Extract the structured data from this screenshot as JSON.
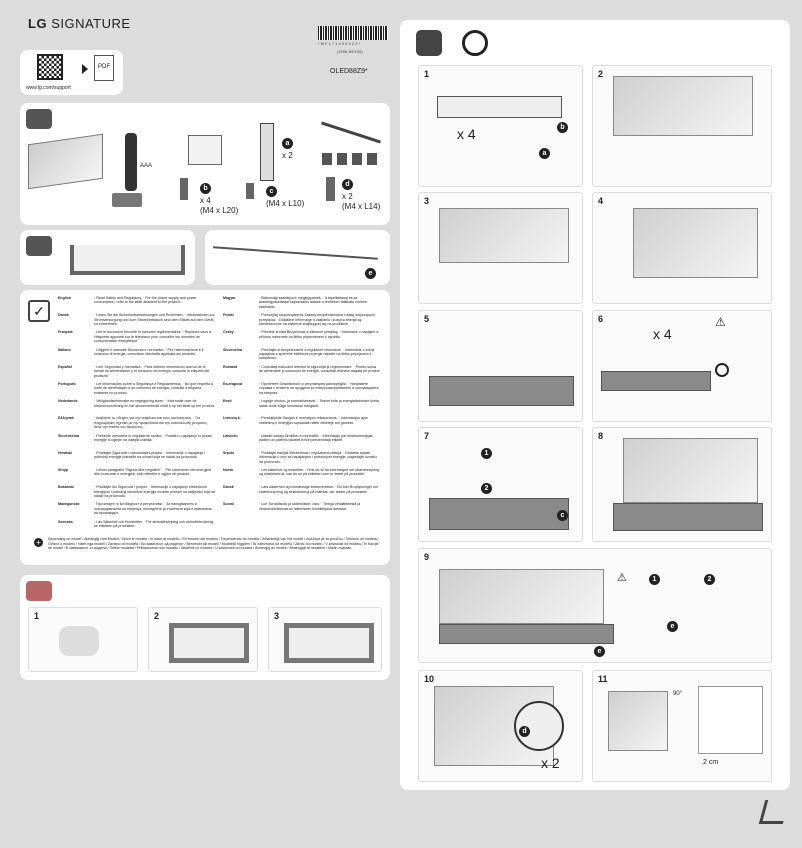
{
  "header": {
    "brand_bold": "LG",
    "brand": "SIGNATURE",
    "barcode_text": "* M F L 7 1 4 0 6 3 2 2 *",
    "barcode_sub": "(1906-REV00)",
    "model": "OLED88Z9*",
    "support_url": "www.lg.com/support",
    "pdf_label": "PDF"
  },
  "parts": {
    "a_label": "a",
    "a_qty": "x 2",
    "b_label": "b",
    "b_qty": "x 4",
    "b_size": "(M4 x L20)",
    "c_label": "c",
    "c_size": "(M4 x L10)",
    "d_label": "d",
    "d_qty": "x 2",
    "d_size": "(M4 x L14)",
    "battery": "AAA",
    "e_label": "e"
  },
  "languages_left": [
    {
      "name": "English",
      "text": "· Read Safety and Regulatory. · For the power supply and power consumption, refer to the label attached to the product."
    },
    {
      "name": "Dansk",
      "text": "· Lesen Sie die Sicherheitsanweisungen und Richtlinien. · Informationen zur Stromversorgung und zum Stromverbrauch sind dem Etikett auf dem Gerät zu entnehmen."
    },
    {
      "name": "Français",
      "text": "· Lire le document Sécurité et mesures réglementaires. · Reportez-vous à l'étiquette apposée sur le téléviseur pour connaître les données de consommation énergétique."
    },
    {
      "name": "Italiano",
      "text": "· Leggere il manuale Sicurezza e normative. · Per l'alimentazione e il consumo di energia, consultare l'etichetta applicata sul prodotto."
    },
    {
      "name": "Español",
      "text": "· Leer Seguridad y normativa. · Para obtener información acerca de la fuente de alimentación y el consumo de energía, consulte la etiqueta del producto."
    },
    {
      "name": "Português",
      "text": "· Ler informações sobre a Segurança e Regulamentos. · No que respeita à fonte de alimentação e ao consumo de energia, consulte a etiqueta existente no produto."
    },
    {
      "name": "Nederlands",
      "text": "· Veiligheidsinformatie en regelgeving lezen. · Informatie over de stroomvoorziening en het stroomverbruik vindt u op het label op het product."
    },
    {
      "name": "Ελληνικά",
      "text": "· Διαβάστε τις οδηγίες για την ασφάλεια και τους κανονισμούς. · Για πληροφορίες σχετικά με την τροφοδοσία και την κατανάλωση ρεύματος, δείτε την ετικέτα του προϊόντος."
    },
    {
      "name": "Slovenščina",
      "text": "· Preberite varnostne in regulativne razlike. · Podatki o napajanju in porabi energije si oglejte na nalepki izdelka."
    },
    {
      "name": "Hrvatski",
      "text": "· Pročitajte Sigurnost i zakonodavni propisi. · Informacije o napajanju i potrošnji energije potražite na oznaci koja se nalazi na proizvodu."
    },
    {
      "name": "Shqip",
      "text": "· Lexoni paragrafin \"Siguria dhe rregullimi\". · Për udhëzimet mbi energjinë dhe konsumin e energjisë, shih etiketën e ngjitur në produkt."
    },
    {
      "name": "Bosanski",
      "text": "· Pročitajte dio Sigurnost i propisi. · Informacije o napajanju električnom energijom i potrošnji električne energije možete pronaći na naljepnici koja se nalazi na proizvodu."
    },
    {
      "name": "Македонски",
      "text": "· Прочитајте го Безбедност и регулативи. · За напојувањето и потрошувачката на енергија, погледнете ја етикетата која е прикачена на производот."
    },
    {
      "name": "Svenska",
      "text": "· Läs Säkerhet och föreskrifter. · För strömförsörjning och strömförbrukning, se etiketten på produkten."
    }
  ],
  "languages_right": [
    {
      "name": "Magyar",
      "text": "· Biztonsági szabályozó megjegyzések. · A tápellátással és az áramfogyasztással kapcsolatos adatok a terméken található címkén találhatók."
    },
    {
      "name": "Polski",
      "text": "· Przeczytaj rozporządzenia Zasady bezpieczeństwa i uwag dotyczących przepisów. · Dokładne informacje o zasilaniu i zużyciu energii są zamieszczone na etykiecie znajdującej się na produkcie."
    },
    {
      "name": "Česky",
      "text": "· Přečtěte si část Bezpečnost a zákonné předpisy. · Informace o napájení a příkonu naleznete na štítku připevněném k výrobku."
    },
    {
      "name": "Slovenčina",
      "text": "· Prečítajte si bezpečnostné a regulačné informácie. · Informácie o zdroji napájania a spotrebe elektrickej energie nájdete na štítku pripojenom k zariadeniu."
    },
    {
      "name": "Română",
      "text": "· Consultaţi manualul referitor la siguranţă şi reglementare. · Pentru sursa de alimentare şi consumul de energie, consultaţi eticheta ataşată pe produs."
    },
    {
      "name": "Български",
      "text": "· Прочетете Безопасност и регулаторни разпоредби. · Направете справка с етикета на продукта за електрозахранването и консумацията на енергия."
    },
    {
      "name": "Eesti",
      "text": "· Lugege ohutus- ja normatiivteavet. · Teavet toite ja energiatarbimise kohta saate toote külge kinnitatud märgiselt."
    },
    {
      "name": "Lietuvių k.",
      "text": "· Perskaitykite Saugos ir normatyvo reikalavimus. · Informacijos apie maitinimą ir energijos sąnaudas rasite etiketėje ant gaminio."
    },
    {
      "name": "Latviešu",
      "text": "· Izlasiet sadaļu Drošība un normatīvi. · Informāciju par elektroenerģijas padevi un patēriņu skatiet ierīcei pievienotajā etiķetē."
    },
    {
      "name": "Srpski",
      "text": "· Pročitajte odeljak Bezbednost i regulatorna pitanja. · Dodatne spisak informacija u vezi sa napajanjem i potrošnjom energije, pogledajte oznaku na proizvodu."
    },
    {
      "name": "Norsk",
      "text": "· Les sikkerhet og forskrifter. · Hvis du vil ha informasjon om strømforsyning og strømforbruk, kan du se på etiketten som er festet på produktet."
    },
    {
      "name": "Dansk",
      "text": "· Læs sikkerhed og lovmæssige bestemmelser. · Du kan få oplysninger om strømforsyning og strømforbrug på mærkat, der sidder på produktet."
    },
    {
      "name": "Suomi",
      "text": "· Lue Turvallisuus ja säännökset -osio. · Tietoja virtalähteestä ja virrankulutuksesta on laitteeseen kiinnitetyssä tarrassa."
    }
  ],
  "footnote": "Depending on model / Abhängig vom Modell / Selon le modèle / In base al modello / En función del modelo / Dependendo do modelo / Afhankelijk van het model / Ανάλογα με το μοντέλο / Odvisno od modela / Ovisno o modelu / Varet nga modeli / Zavisno od modela / Во зависност од моделот / Beroende på modell / Modelltől függően / W zależności od modelu / Závisí od modelu / V závislosti od modelu / În funcţie de model / В зависимост от модела / Sõltub mudelist / Priklausomai nuo modelio / Atkarībā no modeļa / U zavisnosti od modela / Avhengig av modell / Afhængigt af modellen / Mallin mukaan",
  "left_steps": [
    "1",
    "2",
    "3"
  ],
  "right_steps": [
    "1",
    "2",
    "3",
    "4",
    "5",
    "6",
    "7",
    "8",
    "9",
    "10",
    "11"
  ],
  "callouts": {
    "x4": "x 4",
    "x2": "x 2",
    "deg90": "90°",
    "cm2": "2 cm",
    "one": "1",
    "two": "2"
  }
}
